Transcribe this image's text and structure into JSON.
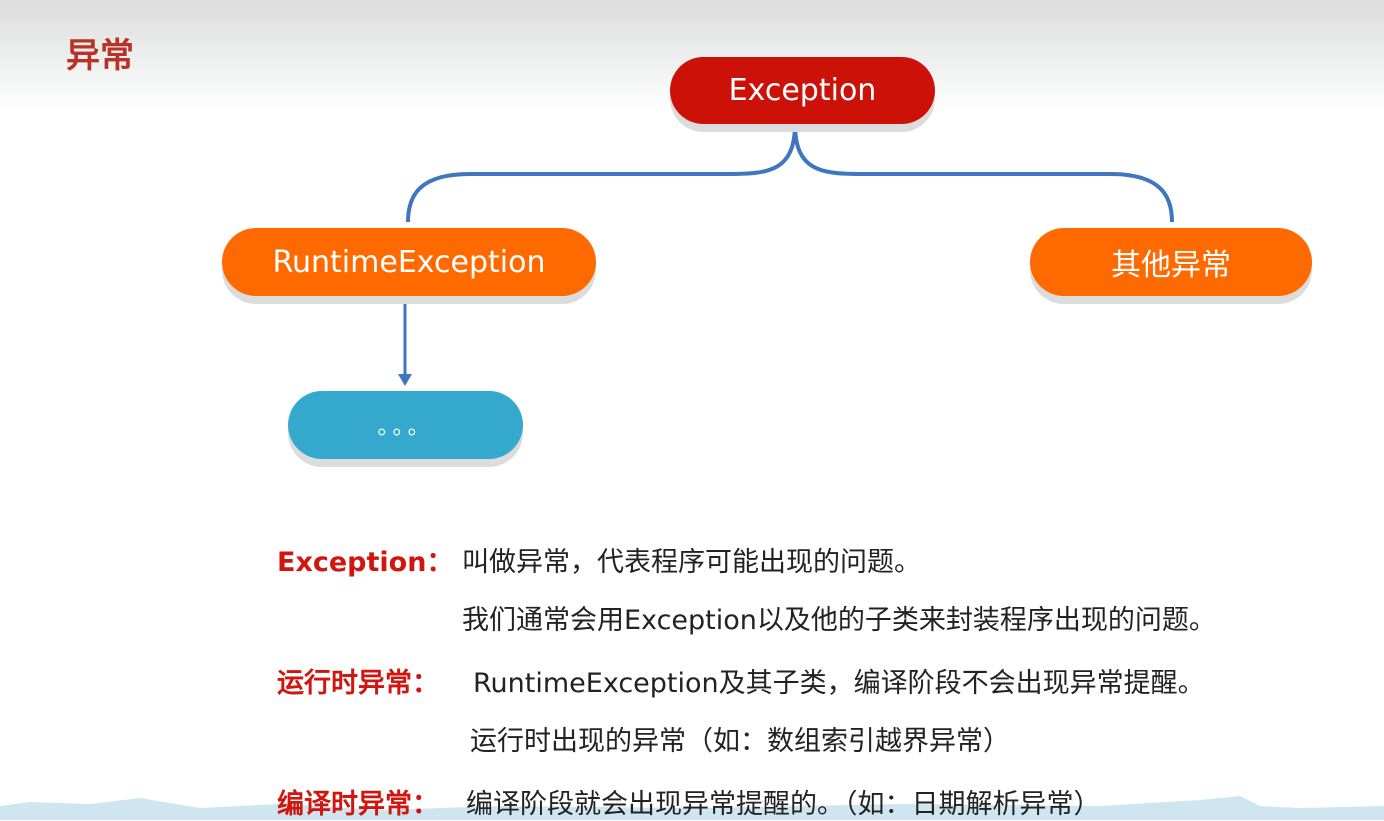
{
  "title": "异常",
  "nodes": {
    "root": "Exception",
    "runtime": "RuntimeException",
    "other": "其他异常",
    "more": "。。。"
  },
  "colors": {
    "root": "#cc1208",
    "child": "#ff6a00",
    "more": "#35a9cd",
    "line": "#3f76bf",
    "label": "#d0160f"
  },
  "notes": [
    {
      "label": "Exception：",
      "lines": [
        "叫做异常，代表程序可能出现的问题。",
        "我们通常会用Exception以及他的子类来封装程序出现的问题。"
      ]
    },
    {
      "label": "运行时异常：",
      "lines": [
        "RuntimeException及其子类，编译阶段不会出现异常提醒。",
        "运行时出现的异常（如：数组索引越界异常）"
      ]
    },
    {
      "label": "编译时异常：",
      "lines": [
        "编译阶段就会出现异常提醒的。（如：日期解析异常）"
      ]
    }
  ]
}
